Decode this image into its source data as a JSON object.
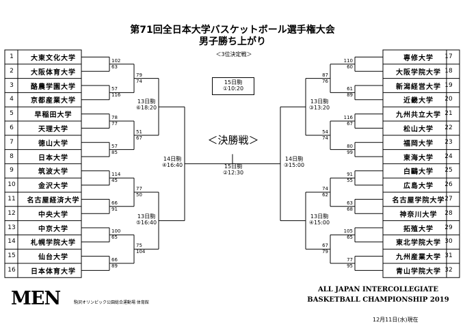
{
  "title": "第71回全日本大学バスケットボール選手権大会",
  "subtitle": "男子勝ち上がり",
  "left_teams": [
    {
      "seed": "1",
      "name": "大東文化大学"
    },
    {
      "seed": "2",
      "name": "大阪体育大学"
    },
    {
      "seed": "3",
      "name": "酪農学園大学"
    },
    {
      "seed": "4",
      "name": "京都産業大学"
    },
    {
      "seed": "5",
      "name": "早稲田大学"
    },
    {
      "seed": "6",
      "name": "天理大学"
    },
    {
      "seed": "7",
      "name": "徳山大学"
    },
    {
      "seed": "8",
      "name": "日本大学"
    },
    {
      "seed": "9",
      "name": "筑波大学"
    },
    {
      "seed": "10",
      "name": "金沢大学"
    },
    {
      "seed": "11",
      "name": "名古屋経済大学"
    },
    {
      "seed": "12",
      "name": "中央大学"
    },
    {
      "seed": "13",
      "name": "中京大学"
    },
    {
      "seed": "14",
      "name": "札幌学院大学"
    },
    {
      "seed": "15",
      "name": "仙台大学"
    },
    {
      "seed": "16",
      "name": "日本体育大学"
    }
  ],
  "right_teams": [
    {
      "seed": "17",
      "name": "専修大学"
    },
    {
      "seed": "18",
      "name": "大阪学院大学"
    },
    {
      "seed": "19",
      "name": "新潟経営大学"
    },
    {
      "seed": "20",
      "name": "近畿大学"
    },
    {
      "seed": "21",
      "name": "九州共立大学"
    },
    {
      "seed": "22",
      "name": "松山大学"
    },
    {
      "seed": "23",
      "name": "福岡大学"
    },
    {
      "seed": "24",
      "name": "東海大学"
    },
    {
      "seed": "25",
      "name": "白鷗大学"
    },
    {
      "seed": "26",
      "name": "広島大学"
    },
    {
      "seed": "27",
      "name": "名古屋学院大学"
    },
    {
      "seed": "28",
      "name": "神奈川大学"
    },
    {
      "seed": "29",
      "name": "拓殖大学"
    },
    {
      "seed": "30",
      "name": "東北学院大学"
    },
    {
      "seed": "31",
      "name": "九州産業大学"
    },
    {
      "seed": "32",
      "name": "青山学院大学"
    }
  ],
  "left_r1_scores": [
    [
      "102",
      "63"
    ],
    [
      "57",
      "116"
    ],
    [
      "78",
      "77"
    ],
    [
      "57",
      "85"
    ],
    [
      "114",
      "45"
    ],
    [
      "66",
      "91"
    ],
    [
      "100",
      "65"
    ],
    [
      "66",
      "89"
    ]
  ],
  "left_r2_scores": [
    [
      "79",
      "74"
    ],
    [
      "51",
      "67"
    ],
    [
      "77",
      "50"
    ],
    [
      "75",
      "104"
    ]
  ],
  "right_r1_scores": [
    [
      "110",
      "60"
    ],
    [
      "61",
      "89"
    ],
    [
      "116",
      "67"
    ],
    [
      "80",
      "99"
    ],
    [
      "91",
      "55"
    ],
    [
      "63",
      "68"
    ],
    [
      "105",
      "65"
    ],
    [
      "77",
      "95"
    ]
  ],
  "right_r2_scores": [
    [
      "87",
      "76"
    ],
    [
      "54",
      "74"
    ],
    [
      "74",
      "62"
    ],
    [
      "67",
      "79"
    ]
  ],
  "qf_labels": {
    "left_top": [
      "13日駒",
      "⑥18:20"
    ],
    "left_bottom": [
      "13日駒",
      "⑤16:40"
    ],
    "right_top": [
      "13日駒",
      "③13:20"
    ],
    "right_bottom": [
      "13日駒",
      "④15:00"
    ]
  },
  "sf_labels": {
    "left": [
      "14日駒",
      "④16:40"
    ],
    "right": [
      "14日駒",
      "③15:00"
    ]
  },
  "third_place": {
    "title": "＜3位決定戦＞",
    "lines": [
      "15日駒",
      "①10:20"
    ]
  },
  "final": {
    "title": "＜決勝戦＞",
    "lines": [
      "15日駒",
      "②12:30"
    ]
  },
  "footer": {
    "men": "MEN",
    "venue": "駒沢オリンピック公園総合運動場 体育館",
    "eng1": "ALL JAPAN INTERCOLLEGIATE",
    "eng2": "BASKETBALL CHAMPIONSHIP 2019",
    "date": "12月11日(水)現在"
  }
}
